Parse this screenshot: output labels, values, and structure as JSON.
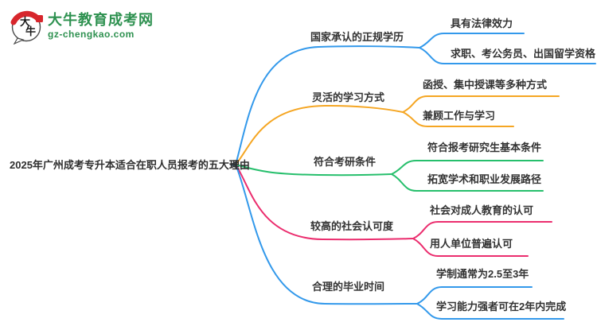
{
  "logo": {
    "title": "大牛教育成考网",
    "domain": "gz-chengkao.com",
    "mark_text": "大牛",
    "brand_color": "#2E9150",
    "seal_color": "#D7262C"
  },
  "root": {
    "title": "2025年广州成考专升本适合在职人员报考的五大理由"
  },
  "branches": [
    {
      "label": "国家承认的正规学历",
      "color": "#3399EB",
      "children": [
        "具有法律效力",
        "求职、考公务员、出国留学资格"
      ]
    },
    {
      "label": "灵活的学习方式",
      "color": "#F5A623",
      "children": [
        "函授、集中授课等多种方式",
        "兼顾工作与学习"
      ]
    },
    {
      "label": "符合考研条件",
      "color": "#26BF6C",
      "children": [
        "符合报考研究生基本条件",
        "拓宽学术和职业发展路径"
      ]
    },
    {
      "label": "较高的社会认可度",
      "color": "#EB2D6E",
      "children": [
        "社会对成人教育的认可",
        "用人单位普遍认可"
      ]
    },
    {
      "label": "合理的毕业时间",
      "color": "#3399EB",
      "children": [
        "学制通常为2.5至3年",
        "学习能力强者可在2年内完成"
      ]
    }
  ]
}
